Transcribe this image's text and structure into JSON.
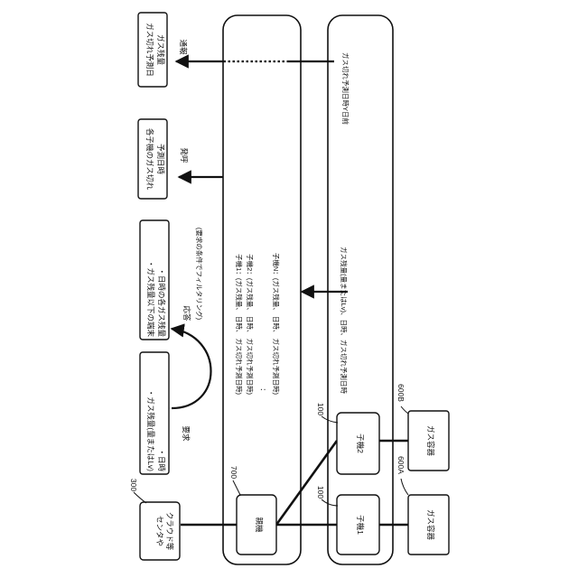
{
  "labels": {
    "center": [
      "センタや",
      "クラウド等"
    ],
    "ref_center": "300",
    "parent": "親機",
    "ref_parent": "700",
    "child1": "子機1",
    "child2": "子機2",
    "ref_child1": "100",
    "ref_child2": "100",
    "gas_container": "ガス容器",
    "ref_600a": "600A",
    "ref_600b": "600B",
    "request_box": [
      "・ガス残量(量またはLv)",
      "・日時"
    ],
    "request_label": "要求",
    "response_label": "応答",
    "response_sub": "(要求の条件でフィルタリング)",
    "response_box": [
      "・ガス残量以下の端末",
      "・日時の各ガス残量"
    ],
    "parent_data": [
      "子機1：(ガス残量、 日時、 ガス切れ予測日時)",
      "子機2：(ガス残量、 日時、 ガス切れ予測日時)",
      "：",
      "子機N：(ガス残量、 日時、 ガス切れ予測日時)"
    ],
    "child_send": "ガス残量(量またはLv)、日時、ガス切れ予測日時",
    "notify_box": [
      "各子機のガス切れ",
      "予測日時"
    ],
    "notify_label": "発呼",
    "alert_box": [
      "ガス切れ予測日",
      "ガス残量"
    ],
    "alert_label": "通報",
    "child_alert": "ガス切れ予測日時Y日前"
  }
}
